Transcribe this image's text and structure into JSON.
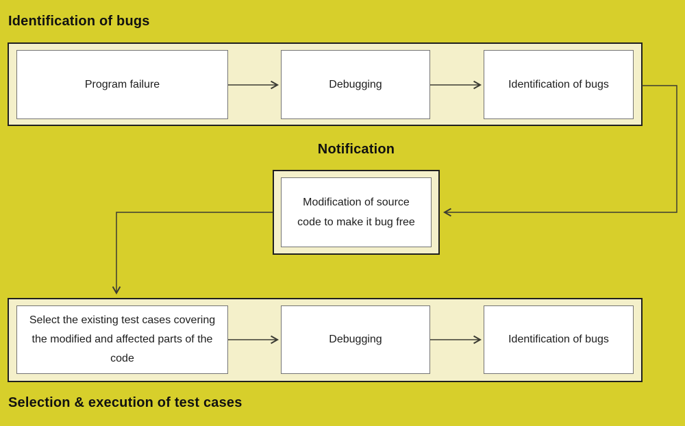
{
  "colors": {
    "background": "#d7cf2b",
    "band_fill": "#f4f0ca",
    "band_border": "#1f1f1f",
    "box_fill": "#ffffff",
    "box_border": "#737373",
    "arrow": "#3b3b33",
    "text": "#1c1c1c",
    "heading_text": "#111111"
  },
  "headings": {
    "top": "Identification of bugs",
    "middle": "Notification",
    "bottom": "Selection & execution of test cases"
  },
  "top_band": {
    "boxes": [
      "Program failure",
      "Debugging",
      "Identification of bugs"
    ]
  },
  "middle_box": {
    "label": "Modification of source code to make it bug free"
  },
  "bottom_band": {
    "boxes": [
      "Select the existing test cases covering the modified and affected parts of the code",
      "Debugging",
      "Identification of bugs"
    ]
  }
}
